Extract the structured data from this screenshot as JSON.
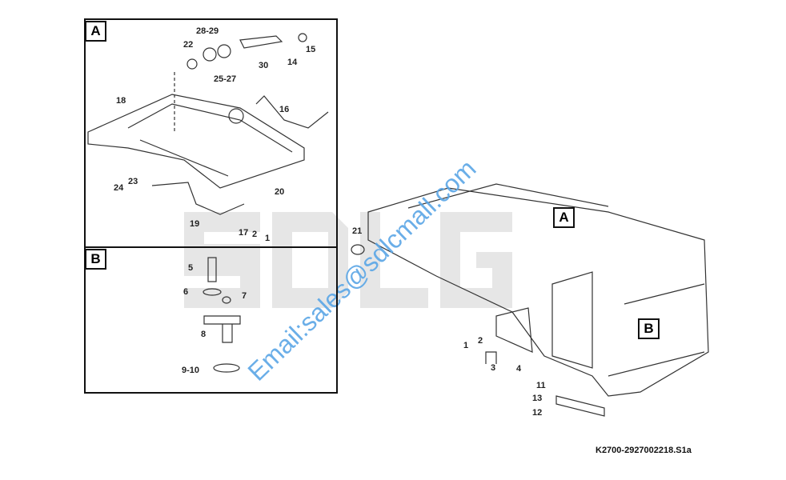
{
  "watermark": {
    "logo": "SDLG",
    "email": "Email:sales@sdlcmall.com"
  },
  "panels": {
    "a": "A",
    "b": "B"
  },
  "callouts_a": {
    "p28_29": "28-29",
    "p22": "22",
    "p30": "30",
    "p14": "14",
    "p15": "15",
    "p25_27": "25-27",
    "p18": "18",
    "p16": "16",
    "p24": "24",
    "p23": "23",
    "p20": "20",
    "p19": "19",
    "p17": "17",
    "p2": "2",
    "p1": "1"
  },
  "callouts_b": {
    "p5": "5",
    "p6": "6",
    "p7": "7",
    "p8": "8",
    "p9_10": "9-10"
  },
  "callouts_main": {
    "p21": "21",
    "p1": "1",
    "p2": "2",
    "p3": "3",
    "p4": "4",
    "p11": "11",
    "p13": "13",
    "p12": "12",
    "tag_a": "A",
    "tag_b": "B"
  },
  "drawing_code": "K2700-2927002218.S1a"
}
